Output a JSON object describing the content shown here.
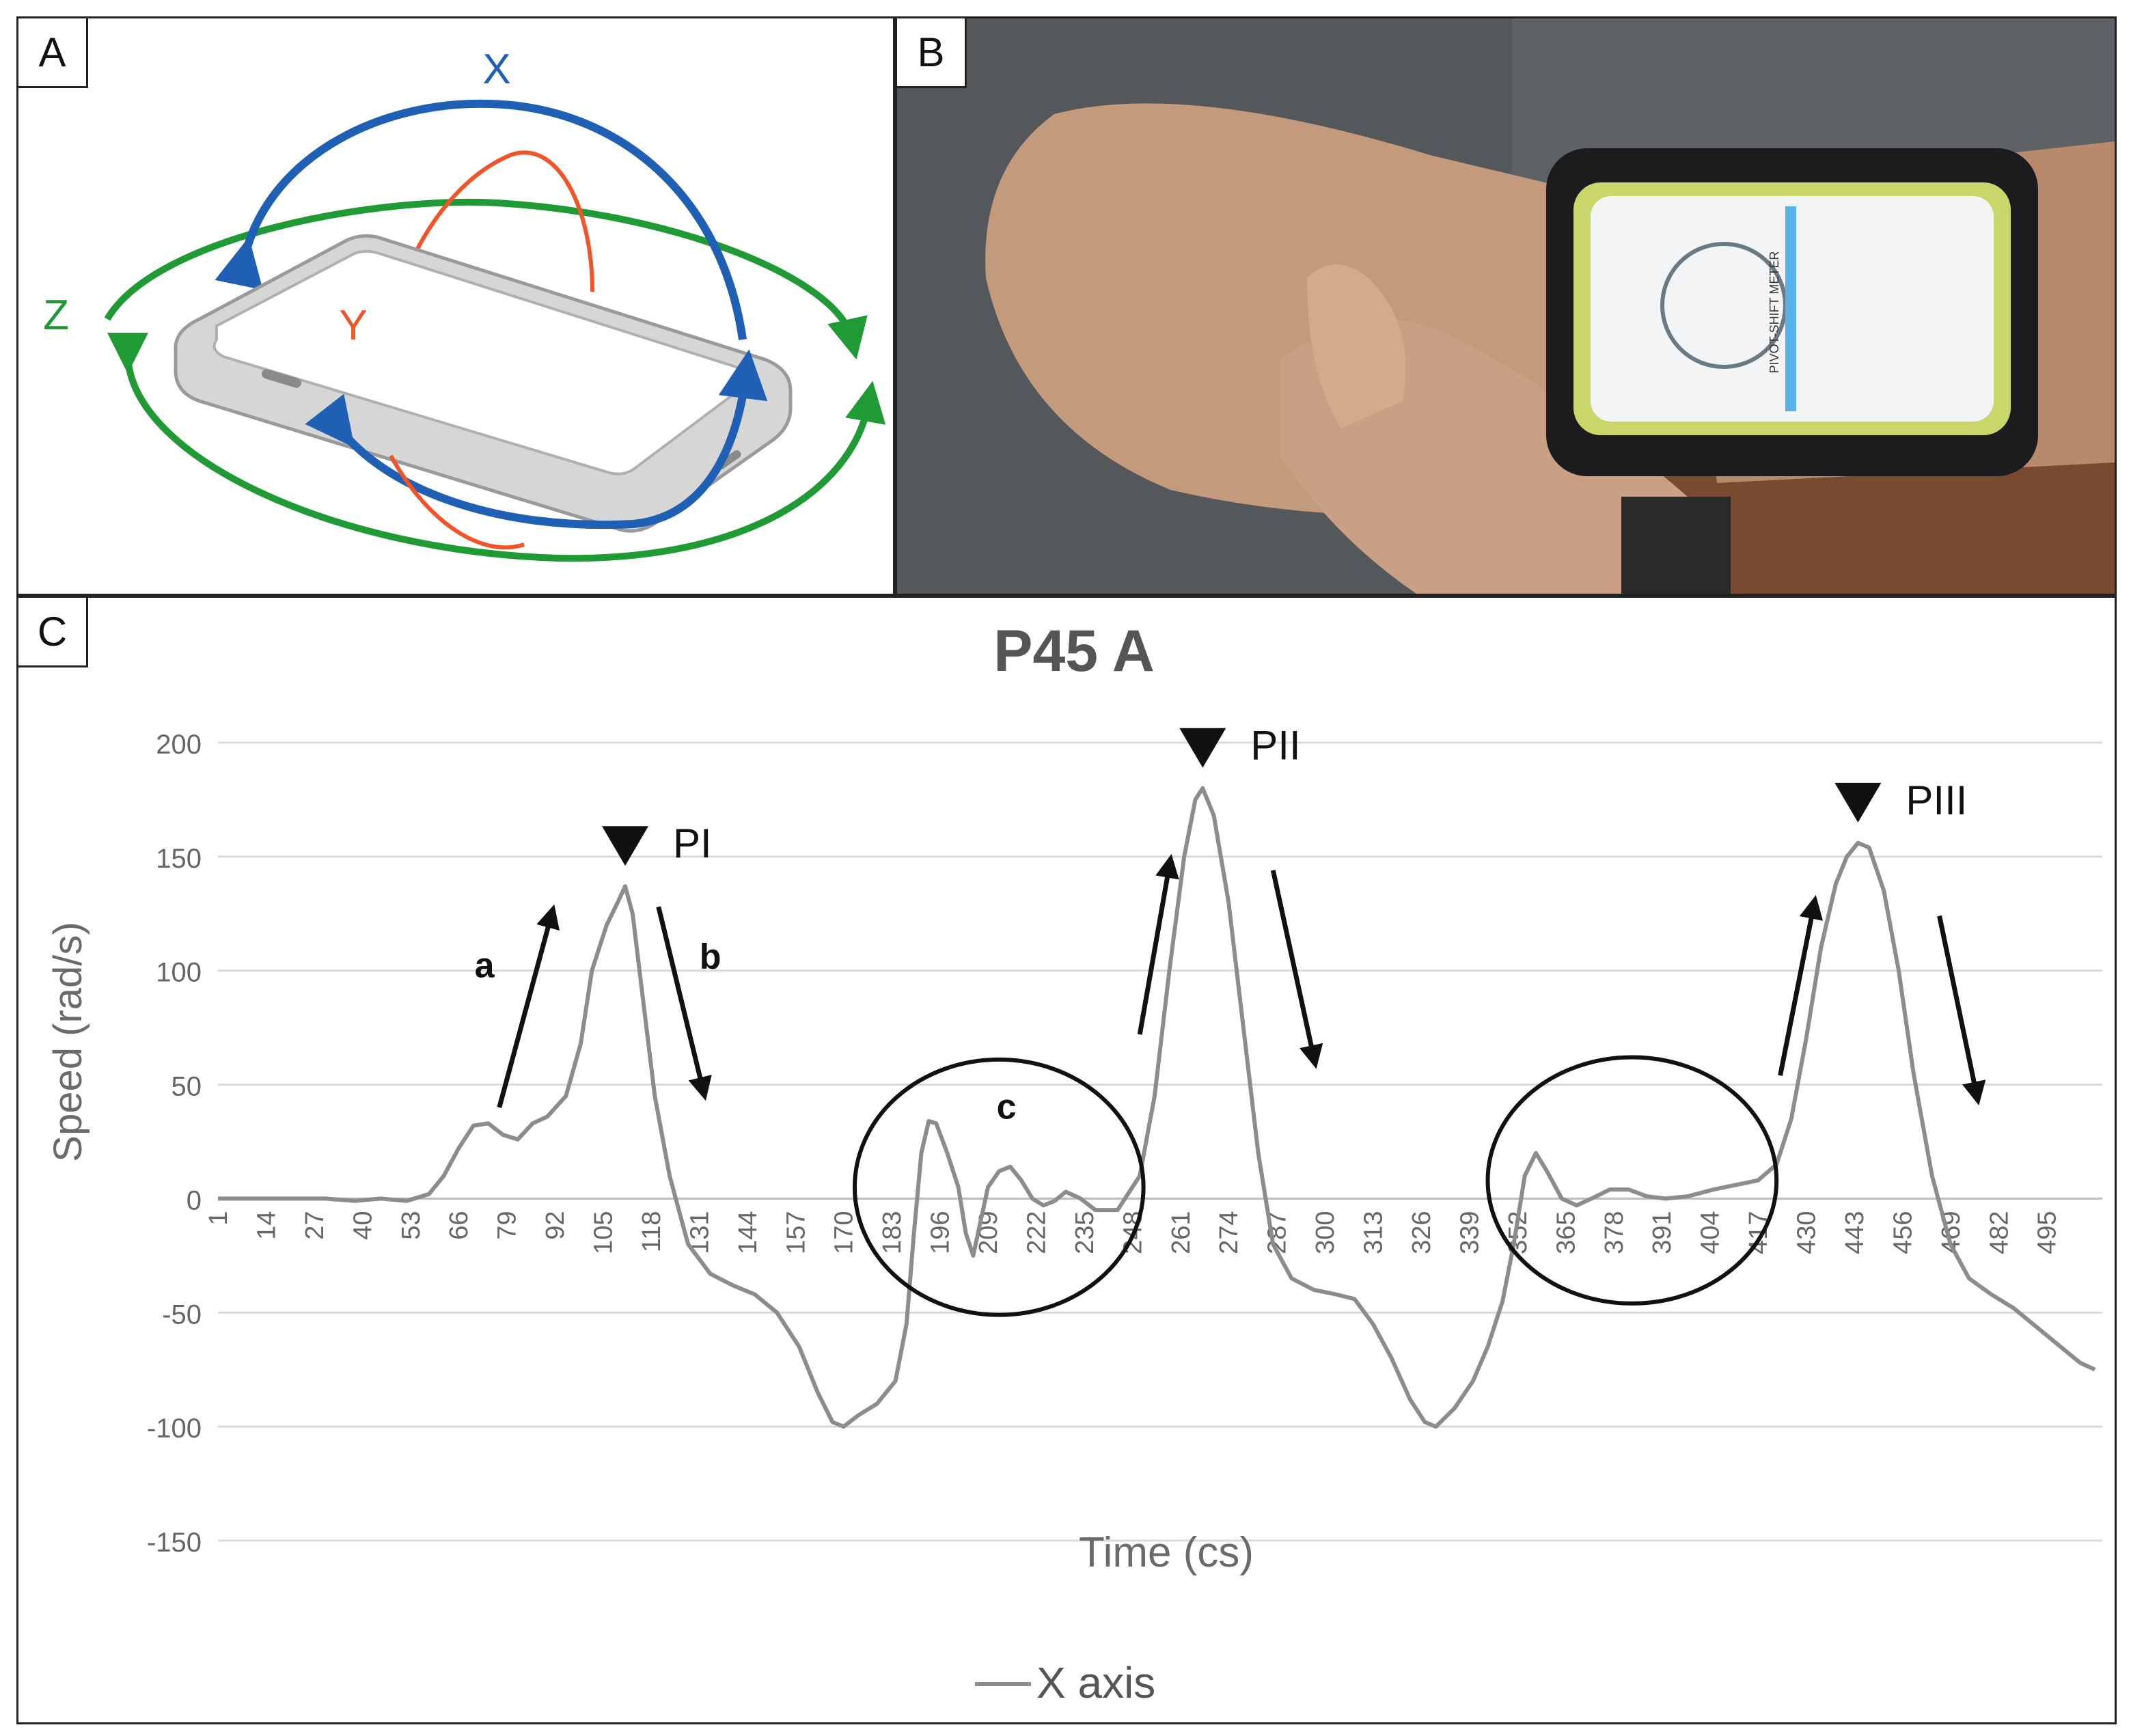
{
  "panels": {
    "a": {
      "letter": "A",
      "axis_labels": {
        "x": "X",
        "y": "Y",
        "z": "Z"
      },
      "colors": {
        "x": "#1f5fb4",
        "y": "#f0552a",
        "z": "#1f9a35"
      }
    },
    "b": {
      "letter": "B",
      "phone_screen_text": "PIVOT-SHIFT METER"
    },
    "c": {
      "letter": "C"
    }
  },
  "chart_data": {
    "type": "line",
    "title": "P45 A",
    "xlabel": "Time (cs)",
    "ylabel": "Speed (rad/s)",
    "ylim": [
      -150,
      200
    ],
    "yticks": [
      200,
      150,
      100,
      50,
      0,
      -50,
      -100,
      -150
    ],
    "xlim": [
      1,
      510
    ],
    "xticks": [
      1,
      14,
      27,
      40,
      53,
      66,
      79,
      92,
      105,
      118,
      131,
      144,
      157,
      170,
      183,
      196,
      209,
      222,
      235,
      248,
      261,
      274,
      287,
      300,
      313,
      326,
      339,
      352,
      365,
      378,
      391,
      404,
      417,
      430,
      443,
      456,
      469,
      482,
      495
    ],
    "grid": "horizontal",
    "legend": "bottom-center",
    "series": [
      {
        "name": "X axis",
        "color": "#8c8c8c",
        "points": [
          [
            1,
            0
          ],
          [
            30,
            0
          ],
          [
            38,
            -1
          ],
          [
            45,
            0
          ],
          [
            52,
            -1
          ],
          [
            58,
            2
          ],
          [
            62,
            10
          ],
          [
            66,
            22
          ],
          [
            70,
            32
          ],
          [
            74,
            33
          ],
          [
            78,
            28
          ],
          [
            82,
            26
          ],
          [
            86,
            33
          ],
          [
            90,
            36
          ],
          [
            95,
            45
          ],
          [
            99,
            68
          ],
          [
            102,
            100
          ],
          [
            106,
            120
          ],
          [
            109,
            130
          ],
          [
            111,
            137
          ],
          [
            113,
            125
          ],
          [
            116,
            85
          ],
          [
            119,
            45
          ],
          [
            123,
            10
          ],
          [
            128,
            -20
          ],
          [
            134,
            -33
          ],
          [
            140,
            -38
          ],
          [
            146,
            -42
          ],
          [
            152,
            -50
          ],
          [
            158,
            -65
          ],
          [
            163,
            -85
          ],
          [
            167,
            -98
          ],
          [
            170,
            -100
          ],
          [
            174,
            -95
          ],
          [
            179,
            -90
          ],
          [
            184,
            -80
          ],
          [
            187,
            -55
          ],
          [
            189,
            -15
          ],
          [
            191,
            20
          ],
          [
            193,
            34
          ],
          [
            195,
            33
          ],
          [
            198,
            20
          ],
          [
            201,
            5
          ],
          [
            203,
            -15
          ],
          [
            205,
            -25
          ],
          [
            207,
            -10
          ],
          [
            209,
            5
          ],
          [
            212,
            12
          ],
          [
            215,
            14
          ],
          [
            218,
            8
          ],
          [
            221,
            0
          ],
          [
            224,
            -3
          ],
          [
            227,
            -1
          ],
          [
            230,
            3
          ],
          [
            234,
            0
          ],
          [
            238,
            -5
          ],
          [
            244,
            -5
          ],
          [
            250,
            10
          ],
          [
            254,
            45
          ],
          [
            258,
            100
          ],
          [
            262,
            150
          ],
          [
            265,
            175
          ],
          [
            267,
            180
          ],
          [
            270,
            168
          ],
          [
            274,
            130
          ],
          [
            278,
            75
          ],
          [
            282,
            20
          ],
          [
            286,
            -20
          ],
          [
            291,
            -35
          ],
          [
            297,
            -40
          ],
          [
            303,
            -42
          ],
          [
            308,
            -44
          ],
          [
            313,
            -55
          ],
          [
            318,
            -70
          ],
          [
            323,
            -88
          ],
          [
            327,
            -98
          ],
          [
            330,
            -100
          ],
          [
            335,
            -92
          ],
          [
            340,
            -80
          ],
          [
            344,
            -65
          ],
          [
            348,
            -45
          ],
          [
            351,
            -20
          ],
          [
            354,
            10
          ],
          [
            357,
            20
          ],
          [
            360,
            12
          ],
          [
            364,
            0
          ],
          [
            368,
            -3
          ],
          [
            372,
            0
          ],
          [
            377,
            4
          ],
          [
            382,
            4
          ],
          [
            387,
            1
          ],
          [
            392,
            0
          ],
          [
            398,
            1
          ],
          [
            405,
            4
          ],
          [
            411,
            6
          ],
          [
            417,
            8
          ],
          [
            422,
            15
          ],
          [
            426,
            35
          ],
          [
            430,
            70
          ],
          [
            434,
            110
          ],
          [
            438,
            138
          ],
          [
            441,
            150
          ],
          [
            444,
            156
          ],
          [
            447,
            154
          ],
          [
            451,
            135
          ],
          [
            455,
            100
          ],
          [
            459,
            55
          ],
          [
            464,
            10
          ],
          [
            469,
            -20
          ],
          [
            474,
            -35
          ],
          [
            480,
            -42
          ],
          [
            486,
            -48
          ],
          [
            492,
            -56
          ],
          [
            498,
            -64
          ],
          [
            504,
            -72
          ],
          [
            508,
            -75
          ]
        ]
      }
    ],
    "annotations": [
      {
        "text": "PI",
        "x": 111,
        "y": 137,
        "marker": "triangle-down"
      },
      {
        "text": "PII",
        "x": 267,
        "y": 180,
        "marker": "triangle-down"
      },
      {
        "text": "PIII",
        "x": 444,
        "y": 156,
        "marker": "triangle-down"
      },
      {
        "text": "a",
        "x": 73,
        "y": 97
      },
      {
        "text": "b",
        "x": 134,
        "y": 101
      },
      {
        "text": "c",
        "x": 214,
        "y": 35
      }
    ],
    "arrows": [
      {
        "from": [
          77,
          40
        ],
        "to": [
          91,
          124
        ]
      },
      {
        "from": [
          120,
          128
        ],
        "to": [
          132,
          48
        ]
      },
      {
        "from": [
          250,
          72
        ],
        "to": [
          258,
          146
        ]
      },
      {
        "from": [
          286,
          144
        ],
        "to": [
          297,
          62
        ]
      },
      {
        "from": [
          423,
          54
        ],
        "to": [
          432,
          128
        ]
      },
      {
        "from": [
          466,
          124
        ],
        "to": [
          476,
          46
        ]
      }
    ],
    "circles": [
      {
        "cx": 212,
        "cy": 5,
        "rx": 39,
        "ry": 56
      },
      {
        "cx": 383,
        "cy": 8,
        "rx": 39,
        "ry": 54
      }
    ]
  }
}
